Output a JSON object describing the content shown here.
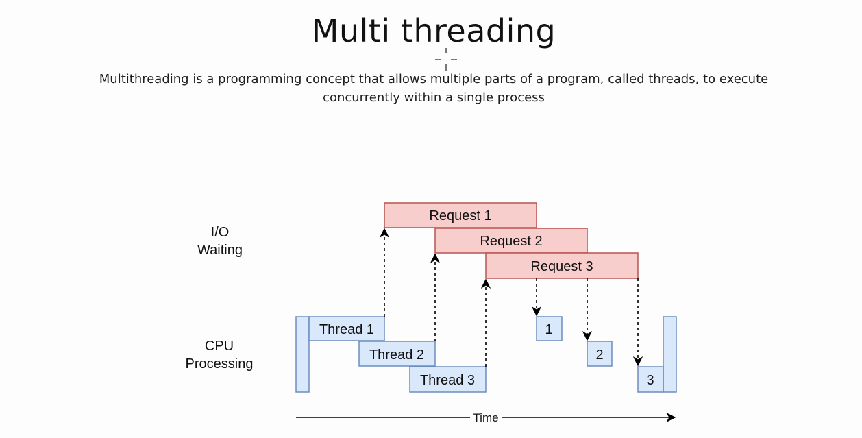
{
  "page": {
    "title": "Multi threading",
    "description": "Multithreading is a programming concept that allows multiple parts of a program, called threads, to execute concurrently within a single process"
  },
  "diagram": {
    "lanes": {
      "io_line1": "I/O",
      "io_line2": "Waiting",
      "cpu_line1": "CPU",
      "cpu_line2": "Processing"
    },
    "requests": [
      "Request 1",
      "Request 2",
      "Request 3"
    ],
    "threads": [
      "Thread 1",
      "Thread 2",
      "Thread 3"
    ],
    "completions": [
      "1",
      "2",
      "3"
    ],
    "axis_label": "Time",
    "colors": {
      "request_fill": "#f8cecc",
      "request_stroke": "#b85450",
      "thread_fill": "#dae8fc",
      "thread_stroke": "#6c8ebf"
    }
  }
}
